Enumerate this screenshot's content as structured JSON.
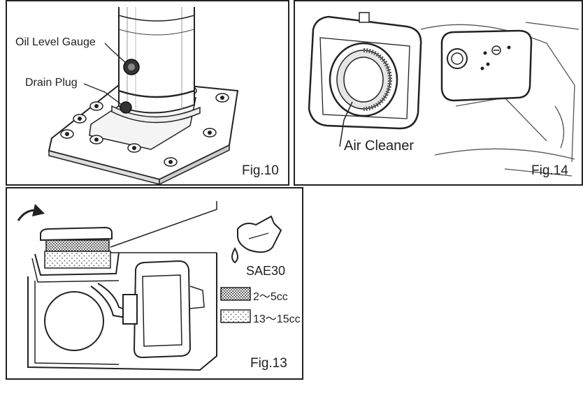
{
  "fig10": {
    "caption": "Fig.10",
    "oil_level_gauge": "Oil Level Gauge",
    "drain_plug": "Drain Plug"
  },
  "fig14": {
    "caption": "Fig.14",
    "air_cleaner": "Air Cleaner"
  },
  "fig13": {
    "caption": "Fig.13",
    "oil_grade": "SAE30",
    "legend": [
      {
        "pattern": "fine-dots",
        "amount": "2～5cc"
      },
      {
        "pattern": "coarse-dots",
        "amount": "13～15cc"
      }
    ]
  }
}
